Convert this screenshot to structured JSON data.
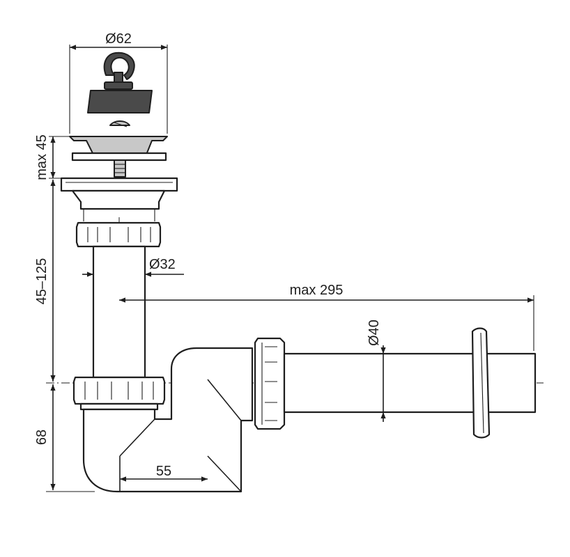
{
  "dimensions": {
    "strainer_diameter": "Ø62",
    "plug_height": "max 45",
    "inlet_pipe_diameter": "Ø32",
    "outlet_length": "max 295",
    "vertical_adjustment": "45–125",
    "outlet_pipe_diameter": "Ø40",
    "trap_height": "68",
    "trap_offset": "55"
  }
}
